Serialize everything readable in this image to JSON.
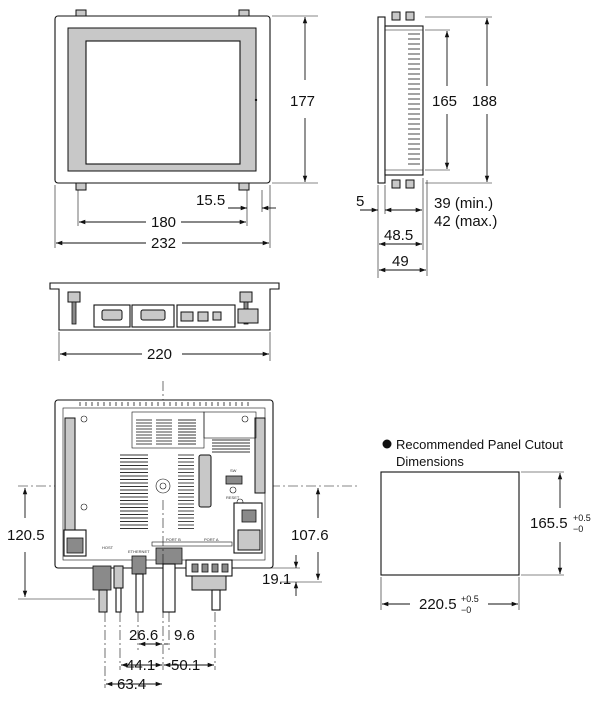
{
  "dimensions": {
    "front_outer_height": "177",
    "front_cutout_width": "180",
    "front_offset": "15.5",
    "front_outer_width": "232",
    "side_inner_height": "165",
    "side_outer_height": "188",
    "side_bezel": "5",
    "side_depth_min": "39 (min.)",
    "side_depth_max": "42 (max.)",
    "side_depth_a": "48.5",
    "side_depth_b": "49",
    "bottom_width": "220",
    "rear_height": "120.5",
    "rear_port_height": "107.6",
    "rear_port_offset": "19.1",
    "rear_port_1": "26.6",
    "rear_port_2": "9.6",
    "rear_port_3": "44.1",
    "rear_port_4": "50.1",
    "rear_port_5": "63.4"
  },
  "cutout": {
    "title_line1": "Recommended Panel Cutout",
    "title_line2": "Dimensions",
    "height_value": "165.5",
    "height_tol_plus": "+0.5",
    "height_tol_minus": "−0",
    "width_value": "220.5",
    "width_tol_plus": "+0.5",
    "width_tol_minus": "−0"
  },
  "rear_labels": {
    "host": "HOST",
    "ethernet": "ETHERNET",
    "port_b": "PORT B",
    "port_a": "PORT A",
    "sw": "SW",
    "reset": "RESET"
  }
}
